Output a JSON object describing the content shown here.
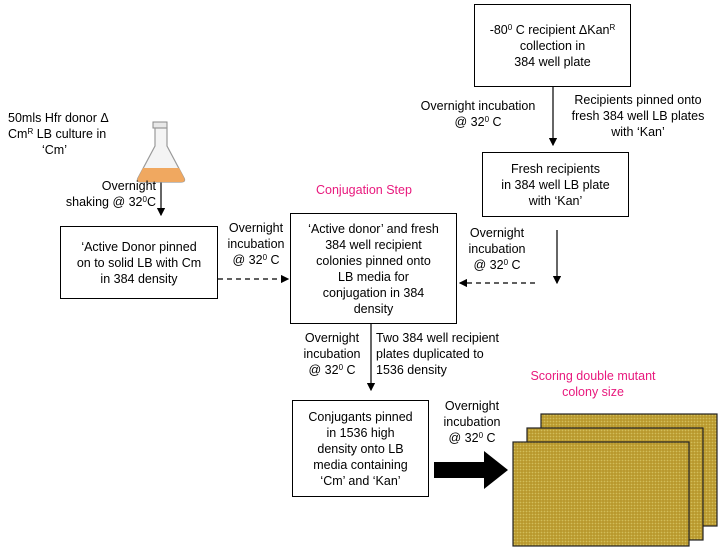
{
  "recipient_collection": {
    "pre": "-80",
    "sup1": "0",
    "mid": " C recipient ΔKan",
    "sup2": "R",
    "line2": "collection in",
    "line3": "384 well plate"
  },
  "pinning_label": {
    "line1": "Recipients pinned onto",
    "line2": "fresh 384 well LB plates",
    "line3": "with ‘Kan’"
  },
  "incubation_top": {
    "line1": "Overnight incubation",
    "pre": "@ 32",
    "sup": "0",
    "post": " C"
  },
  "fresh_recipients": {
    "line1": "Fresh recipients",
    "line2": "in 384 well LB plate",
    "line3": "with ‘Kan’"
  },
  "donor_culture": {
    "line1a": "50mls Hfr donor Δ",
    "line2a": "Cm",
    "line2sup": "R",
    "line2b": " LB culture in",
    "line3": "‘Cm’"
  },
  "shaking_label": {
    "line1": "Overnight",
    "pre": "shaking @ 32",
    "sup": "0",
    "post": "C"
  },
  "conjugation_title": "Conjugation  Step",
  "active_donor": {
    "line1": "‘Active Donor pinned",
    "line2": "on to solid LB with Cm",
    "line3": "in 384 density"
  },
  "incubation_left": {
    "line1": "Overnight",
    "line2": "incubation",
    "pre": "@ 32",
    "sup": "0",
    "post": " C"
  },
  "conjugation_box": {
    "line1": "‘Active donor’ and fresh",
    "line2": "384 well recipient",
    "line3": "colonies pinned onto",
    "line4": "LB media for",
    "line5": "conjugation  in 384",
    "line6": "density"
  },
  "incubation_right": {
    "line1": "Overnight",
    "line2": "incubation",
    "pre": "@ 32",
    "sup": "0",
    "post": " C"
  },
  "incubation_mid": {
    "line1": "Overnight",
    "line2": "incubation",
    "pre": "@ 32",
    "sup": "0",
    "post": " C"
  },
  "duplication_label": {
    "line1": "Two 384 well recipient",
    "line2": "plates duplicated to",
    "line3": "1536 density"
  },
  "conjugants_box": {
    "line1": "Conjugants pinned",
    "line2": "in 1536  high",
    "line3": "density onto LB",
    "line4": "media containing",
    "line5": "‘Cm’ and ‘Kan’"
  },
  "incubation_bottom": {
    "line1": "Overnight",
    "line2": "incubation",
    "pre": "@ 32",
    "sup": "0",
    "post": " C"
  },
  "scoring_title": {
    "line1": "Scoring double mutant",
    "line2": "colony size"
  },
  "colors": {
    "accent_pink": "#e8197d",
    "plate_gold": "#b59a2a",
    "culture_orange": "#f0a860"
  },
  "icons": {
    "flask": "flask-icon",
    "plates": "agar-plate-icon",
    "arrow": "bold-arrow-icon"
  }
}
